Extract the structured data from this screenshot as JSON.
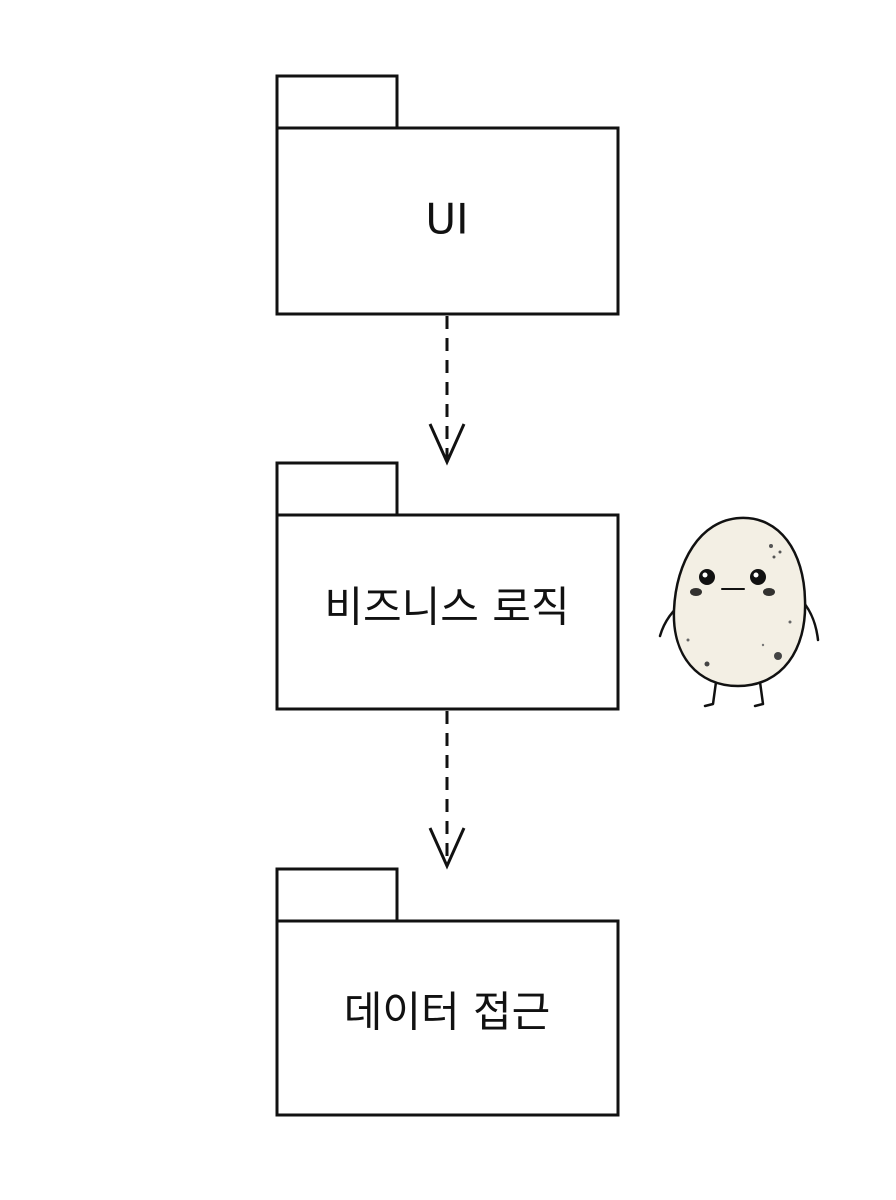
{
  "diagram": {
    "packages": [
      {
        "id": "ui",
        "label": "UI"
      },
      {
        "id": "business",
        "label": "비즈니스 로직"
      },
      {
        "id": "data",
        "label": "데이터 접근"
      }
    ],
    "dependencies": [
      {
        "from": "ui",
        "to": "business",
        "style": "dashed"
      },
      {
        "from": "business",
        "to": "data",
        "style": "dashed"
      }
    ]
  },
  "mascot": {
    "icon": "potato-mascot-icon",
    "body_color": "#f3efe4"
  },
  "colors": {
    "stroke": "#111111",
    "background": "#ffffff"
  }
}
